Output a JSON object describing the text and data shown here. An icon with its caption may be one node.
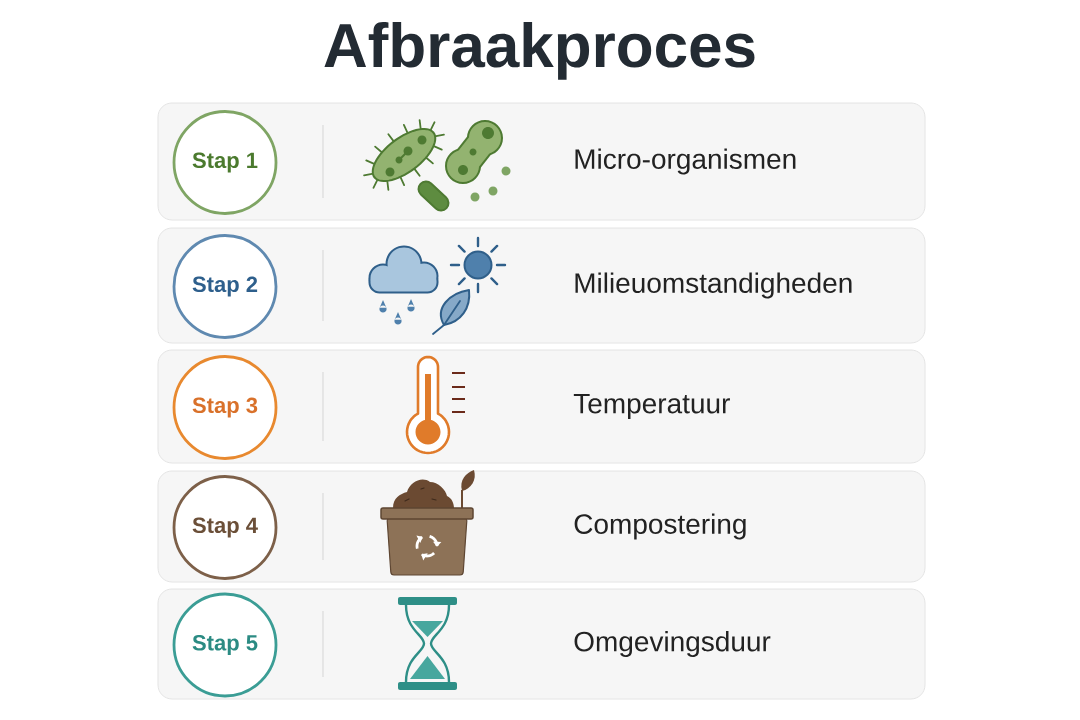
{
  "diagram": {
    "title": "Afbraakproces",
    "nodes": [
      {
        "text": [
          "Micro-organismen"
        ]
      },
      {
        "text": [
          "Stap 1"
        ],
        "in": 0
      },
      {
        "text": [
          "Milieuomstandigheden"
        ]
      },
      {
        "text": [
          "Stap 2"
        ],
        "in": 2
      },
      {
        "text": [
          "Temperatuur"
        ]
      },
      {
        "text": [
          "Stap 3"
        ],
        "in": 4
      },
      {
        "text": [
          "Compostering"
        ]
      },
      {
        "text": [
          "Stap 4"
        ],
        "in": 6
      },
      {
        "text": [
          "Omgevingsduur"
        ]
      },
      {
        "text": [
          "Stap 5"
        ],
        "in": 8
      }
    ]
  }
}
